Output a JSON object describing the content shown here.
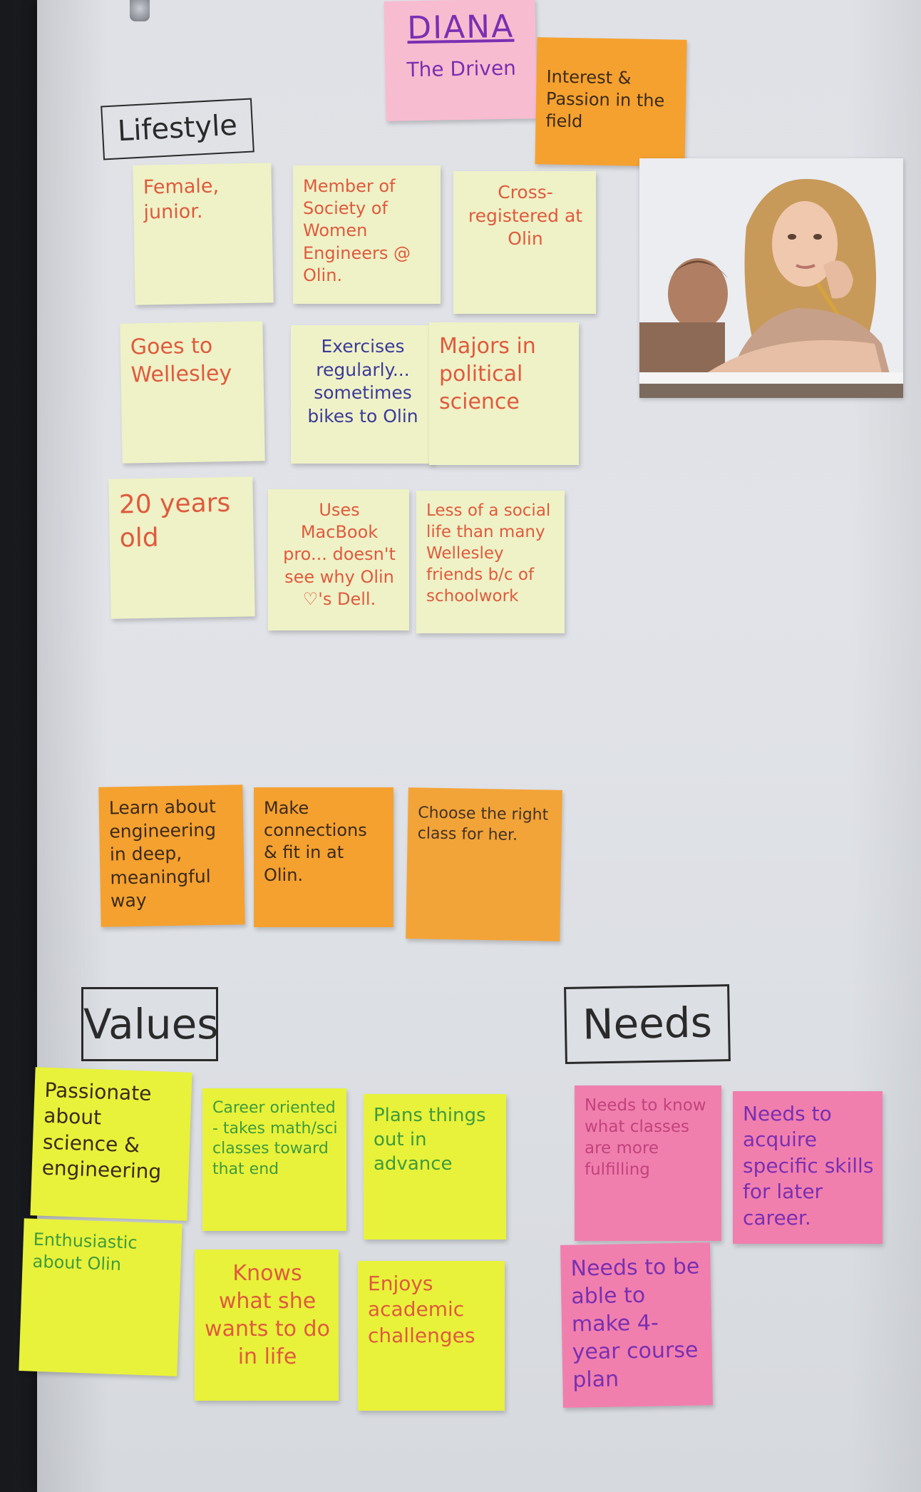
{
  "persona": {
    "name": "DIANA",
    "tagline": "The Driven"
  },
  "header_note": "Interest & Passion in the field",
  "labels": {
    "lifestyle": "Lifestyle",
    "values": "Values",
    "needs": "Needs"
  },
  "lifestyle_notes": [
    "Female, junior.",
    "Member of Society of Women Engineers @ Olin.",
    "Cross-registered at Olin",
    "Goes to Wellesley",
    "Exercises regularly... sometimes bikes to Olin",
    "Majors in political science",
    "20 years old",
    "Uses MacBook pro... doesn't see why Olin ♡'s Dell.",
    "Less of a social life than many Wellesley friends b/c of schoolwork"
  ],
  "goal_notes": [
    "Learn about engineering in deep, meaningful way",
    "Make connections & fit in at Olin.",
    "Choose the right class for her."
  ],
  "values_notes": [
    "Passionate about science & engineering",
    "Career oriented - takes math/sci classes toward that end",
    "Plans things out in advance",
    "Enthusiastic about Olin",
    "Knows what she wants to do in life",
    "Enjoys academic challenges"
  ],
  "needs_notes": [
    "Needs to know what classes are more fulfilling",
    "Needs to acquire specific skills for later career.",
    "Needs to be able to make 4-year course plan"
  ],
  "colors": {
    "sheet": "#dfe1e6",
    "pale_note": "#eff2c6",
    "orange_note": "#f5a12f",
    "lime_note": "#e8f23a",
    "pink_note": "#f17fae",
    "name_note": "#f7bcd0"
  }
}
